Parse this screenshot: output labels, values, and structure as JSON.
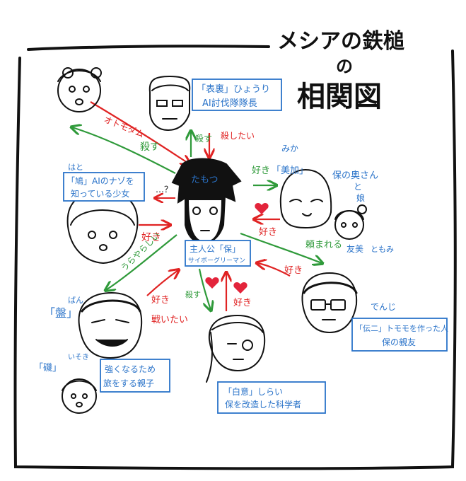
{
  "title": {
    "line1": "メシアの鉄槌",
    "line2": "の",
    "line3": "相関図"
  },
  "colors": {
    "ink": "#111111",
    "red": "#e02323",
    "green": "#2f9a3a",
    "blue": "#2a73c9",
    "heart": "#e3243b"
  },
  "characters": {
    "center": {
      "name_tag": "たもつ",
      "box_line1": "主人公「保」",
      "box_line2": "サイボーグリーマン"
    },
    "hyouri": {
      "box_line1": "「表裏」ひょうり",
      "box_line2": "AI討伐隊隊長"
    },
    "hato": {
      "reading": "はと",
      "box_line1": "「鳩」AIのナゾを",
      "box_line2": "知っている少女"
    },
    "mika": {
      "reading": "みか",
      "name": "「美加」",
      "note_line1": "保の奥さん",
      "note_line2": "と",
      "note_line3": "娘"
    },
    "tomomi": {
      "name": "友美",
      "reading": "ともみ"
    },
    "denji": {
      "reading": "でんじ",
      "box_line1": "「伝二」トモモを作った人",
      "box_line2": "保の親友"
    },
    "ban": {
      "reading": "ばん",
      "name": "「盤」"
    },
    "isoki": {
      "reading": "いそき",
      "name": "「磯」",
      "box_line1": "強くなるため",
      "box_line2": "旅をする親子"
    },
    "shirai": {
      "box_line1": "「白意」しらい",
      "box_line2": "保を改造した科学者"
    }
  },
  "relations": {
    "otomodamu": "オトモダム",
    "korosu_hato": "殺す",
    "korosu_up": "殺す",
    "koroshitai": "殺したい",
    "question": "…？",
    "suki_mika": "好き",
    "suki_from_mika": "好き",
    "suki_hato": "好き",
    "urayamashii": "うらやらしい",
    "tanomareru": "頼まれる",
    "suki_denji": "好き",
    "suki_ban": "好き",
    "tatakaitai": "戦いたい",
    "korosu_shirai": "殺す",
    "suki_shirai": "好き"
  }
}
